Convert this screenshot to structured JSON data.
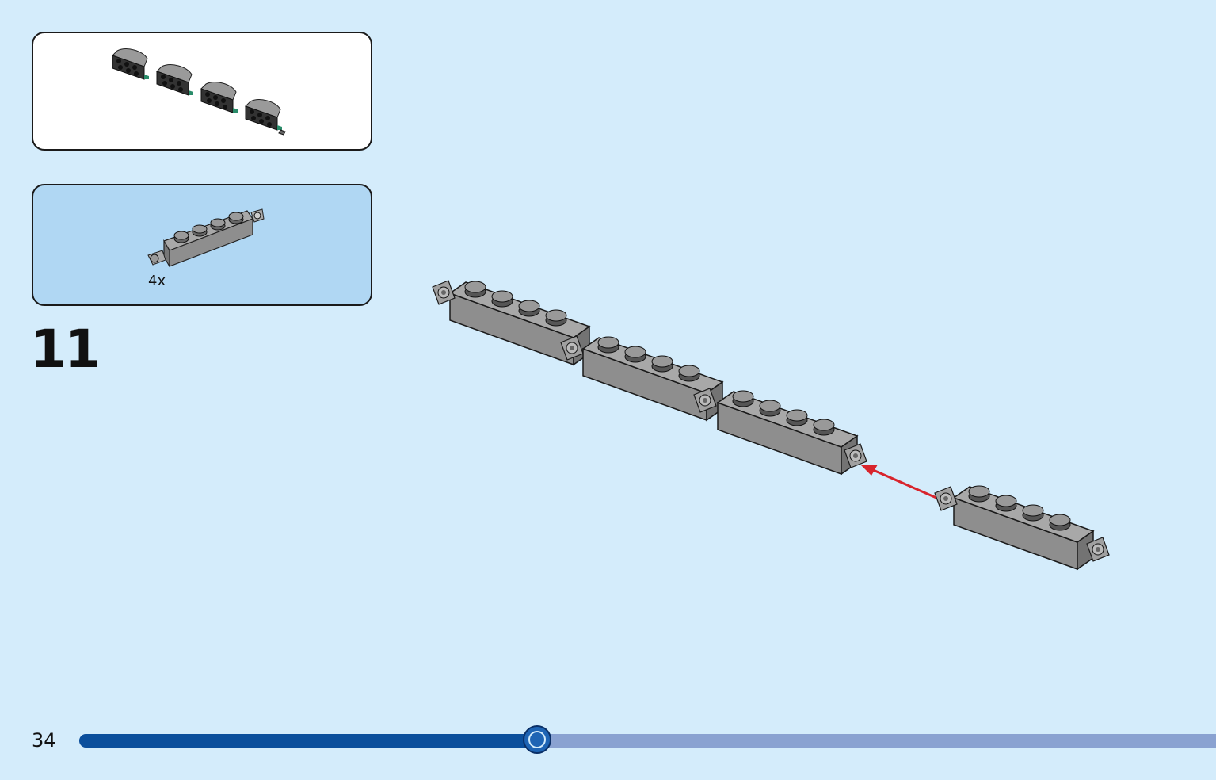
{
  "step": {
    "number": "11"
  },
  "parts_list": {
    "quantity": "4x",
    "part_icon": "hinge-brick-1x4-icon",
    "part_color": "#8e8e8e"
  },
  "reference": {
    "icon": "completed-hinge-chain-icon"
  },
  "footer": {
    "page_number": "34",
    "progress": 0.403
  },
  "colors": {
    "background": "#d4ecfb",
    "parts_panel": "#b0d7f3",
    "brick": "#8e8e8e",
    "arrow": "#d8242c",
    "progress_fill": "#0b4f9c",
    "progress_track": "#8aa2d1"
  }
}
